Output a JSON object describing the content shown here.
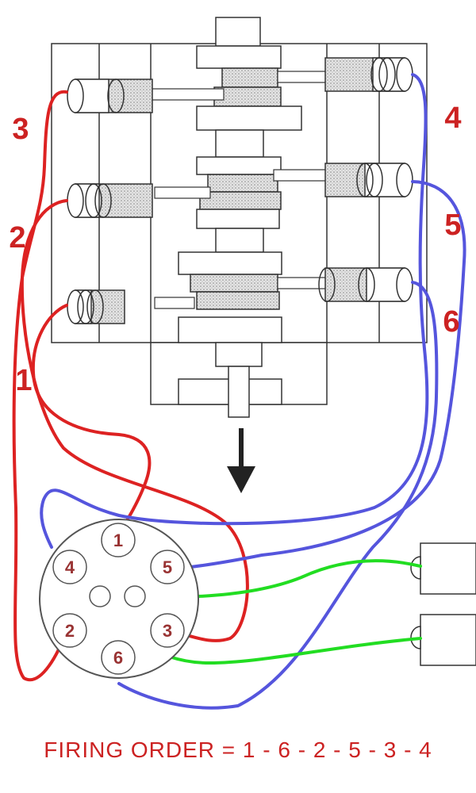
{
  "colors": {
    "left_bank_wire": "#dd2222",
    "right_bank_wire": "#5555dd",
    "coil_wire": "#22dd22",
    "label": "#cc2222",
    "outline": "#333333",
    "cap_number": "#993333"
  },
  "cylinders": {
    "left": [
      "3",
      "2",
      "1"
    ],
    "right": [
      "4",
      "5",
      "6"
    ]
  },
  "distributor": {
    "terminals": [
      "1",
      "4",
      "5",
      "2",
      "3",
      "6"
    ]
  },
  "arrow_icon": "down-arrow-icon",
  "firing_order": "FIRING  ORDER  =  1 - 6 - 2 - 5 - 3 - 4"
}
